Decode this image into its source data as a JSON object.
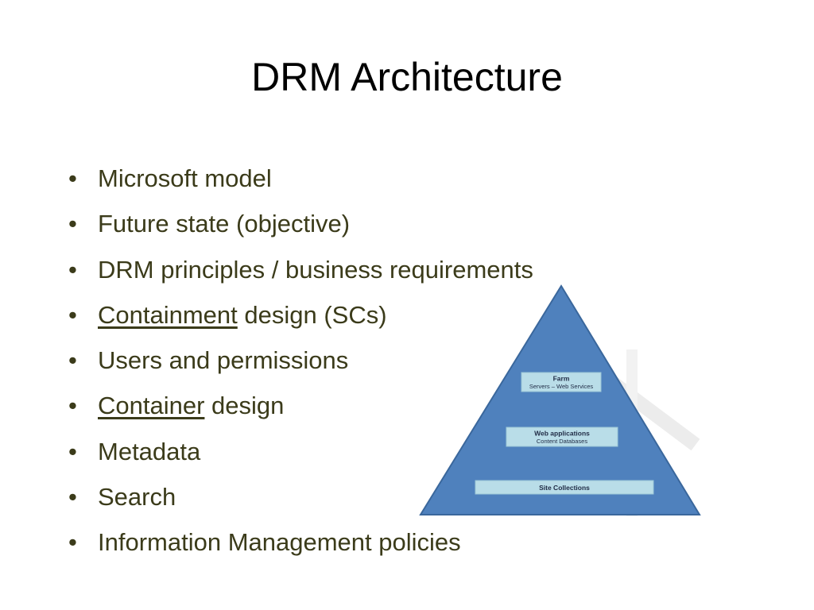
{
  "slide": {
    "title": "DRM Architecture",
    "bullet_marker": "•",
    "bullets": [
      {
        "pre": "",
        "underlined": "",
        "post": "Microsoft model"
      },
      {
        "pre": "",
        "underlined": "",
        "post": "Future state (objective)"
      },
      {
        "pre": "",
        "underlined": "",
        "post": "DRM principles / business requirements"
      },
      {
        "pre": "",
        "underlined": "Containment",
        "post": " design (SCs)"
      },
      {
        "pre": "",
        "underlined": "",
        "post": "Users and permissions"
      },
      {
        "pre": "",
        "underlined": "Container",
        "post": " design"
      },
      {
        "pre": "",
        "underlined": "",
        "post": "Metadata"
      },
      {
        "pre": "",
        "underlined": "",
        "post": "Search"
      },
      {
        "pre": "",
        "underlined": "",
        "post": "Information Management policies"
      }
    ]
  },
  "pyramid": {
    "fill_color": "#4f81bd",
    "stroke_color": "#3a679c",
    "label_fill": "#b9dde8",
    "levels": [
      {
        "title": "Farm",
        "subtitle": "Servers – Web Services"
      },
      {
        "title": "Web applications",
        "subtitle": "Content Databases"
      },
      {
        "title": "Site Collections",
        "subtitle": ""
      }
    ]
  },
  "colors": {
    "title": "#000000",
    "body_text": "#3b3b1a",
    "watermark": "#e6e6e6"
  }
}
